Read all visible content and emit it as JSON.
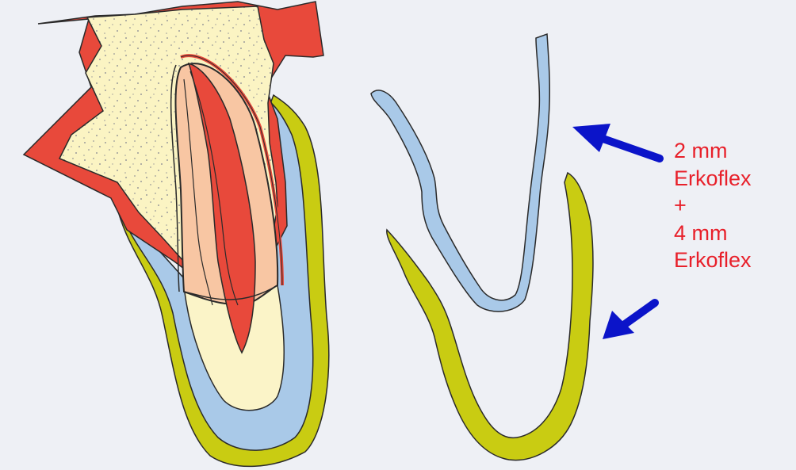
{
  "colors": {
    "background": "#eef0f5",
    "bone": "#fbf4c3",
    "gum_red": "#e8493b",
    "crown": "#fbf4c8",
    "dentin": "#f8c6a3",
    "pulp": "#e8493b",
    "liner_blue": "#a9c9e8",
    "shell_yellow": "#c9cc12",
    "arrow": "#0b14c9",
    "label_text": "#e8202a",
    "outline": "#2a2a2a"
  },
  "labels": {
    "line1": "2 mm",
    "line2": "Erkoflex",
    "line3": "+",
    "line4": "4 mm",
    "line5": "Erkoflex"
  },
  "icons": {
    "arrow_upper": "arrow-pointing-left-up",
    "arrow_lower": "arrow-pointing-left-down"
  }
}
